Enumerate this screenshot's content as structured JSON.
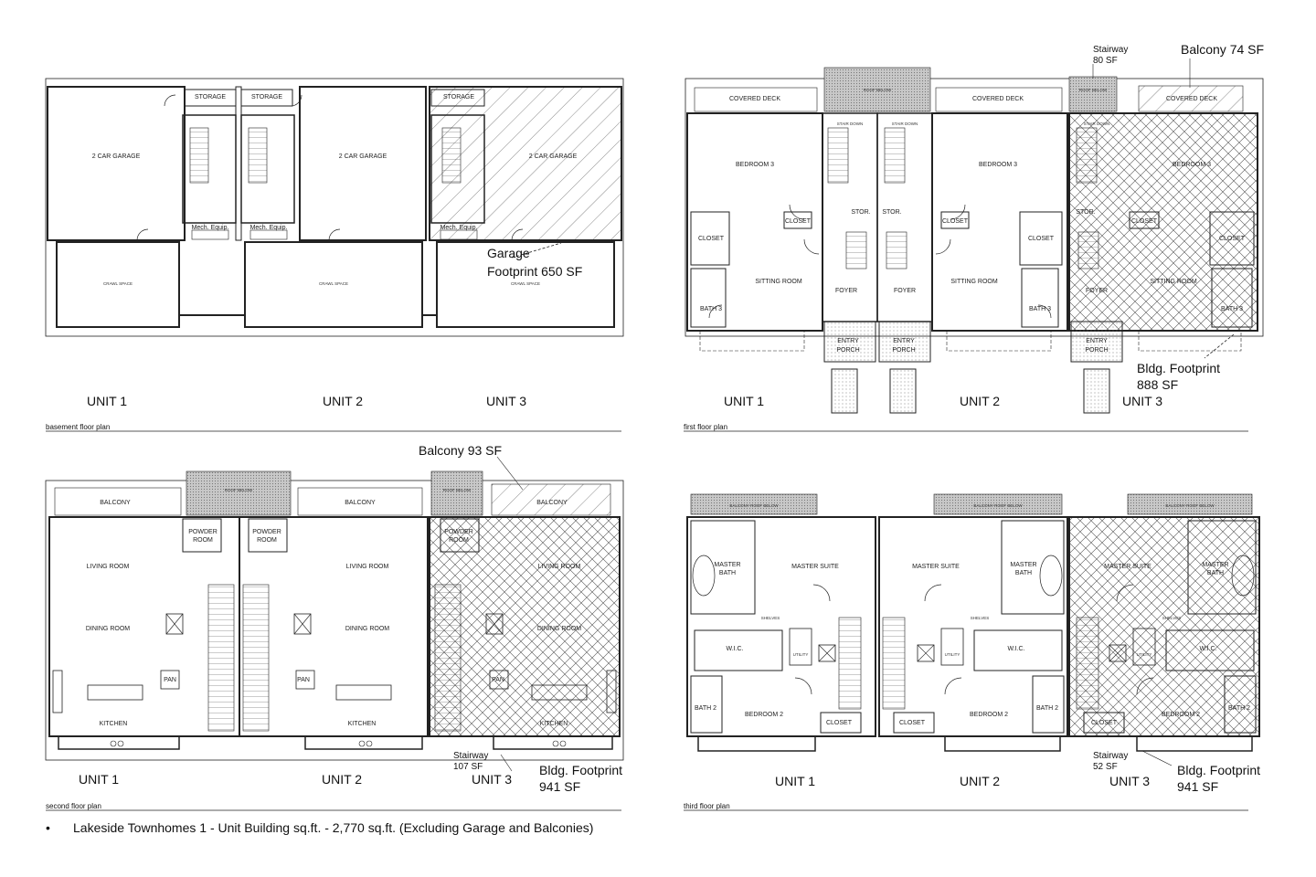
{
  "plans": {
    "basement": {
      "title": "basement floor plan",
      "units": [
        "UNIT 1",
        "UNIT 2",
        "UNIT 3"
      ],
      "rooms": {
        "storage": "STORAGE",
        "garage": "2 CAR GARAGE",
        "mech": "Mech. Equip.",
        "crawl": "CRAWL SPACE"
      },
      "annotation": {
        "line1": "Garage",
        "line2": "Footprint 650 SF"
      }
    },
    "first": {
      "title": "first floor plan",
      "units": [
        "UNIT 1",
        "UNIT 2",
        "UNIT 3"
      ],
      "rooms": {
        "covered_deck": "COVERED DECK",
        "roof_below": "ROOF BELOW",
        "stair_down": "STAIR DOWN",
        "bedroom3": "BEDROOM 3",
        "closet": "CLOSET",
        "stor": "STOR.",
        "sitting": "SITTING ROOM",
        "foyer": "FOYER",
        "bath3": "BATH 3",
        "entry1": "ENTRY",
        "entry2": "PORCH"
      },
      "annotations": {
        "stair_line1": "Stairway",
        "stair_line2": "80 SF",
        "balcony": "Balcony 74 SF",
        "footprint_line1": "Bldg. Footprint",
        "footprint_line2": "888 SF"
      }
    },
    "second": {
      "title": "second floor plan",
      "units": [
        "UNIT 1",
        "UNIT 2",
        "UNIT 3"
      ],
      "rooms": {
        "balcony": "BALCONY",
        "roof_below": "ROOF BELOW",
        "powder1": "POWDER",
        "powder2": "ROOM",
        "living": "LIVING ROOM",
        "dining": "DINING ROOM",
        "kitchen": "KITCHEN",
        "pan": "PAN"
      },
      "annotations": {
        "balcony": "Balcony 93 SF",
        "stair_line1": "Stairway",
        "stair_line2": "107 SF",
        "footprint_line1": "Bldg. Footprint",
        "footprint_line2": "941 SF"
      }
    },
    "third": {
      "title": "third floor plan",
      "units": [
        "UNIT 1",
        "UNIT 2",
        "UNIT 3"
      ],
      "rooms": {
        "balcony_roof": "BALCONY ROOF BELOW",
        "master_suite": "MASTER SUITE",
        "master_bath1": "MASTER",
        "master_bath2": "BATH",
        "wic": "W.I.C.",
        "utility": "UTILITY",
        "bedroom2": "BEDROOM 2",
        "closet": "CLOSET",
        "bath2": "BATH 2",
        "shelves": "SHELVES"
      },
      "annotations": {
        "stair_line1": "Stairway",
        "stair_line2": "52 SF",
        "footprint_line1": "Bldg. Footprint",
        "footprint_line2": "941 SF"
      }
    }
  },
  "footer_note": "Lakeside Townhomes 1 - Unit Building sq.ft. - 2,770 sq.ft. (Excluding Garage and Balconies)",
  "colors": {
    "line": "#222222",
    "hatch": "#555555",
    "roof": "#9a9a9a"
  }
}
